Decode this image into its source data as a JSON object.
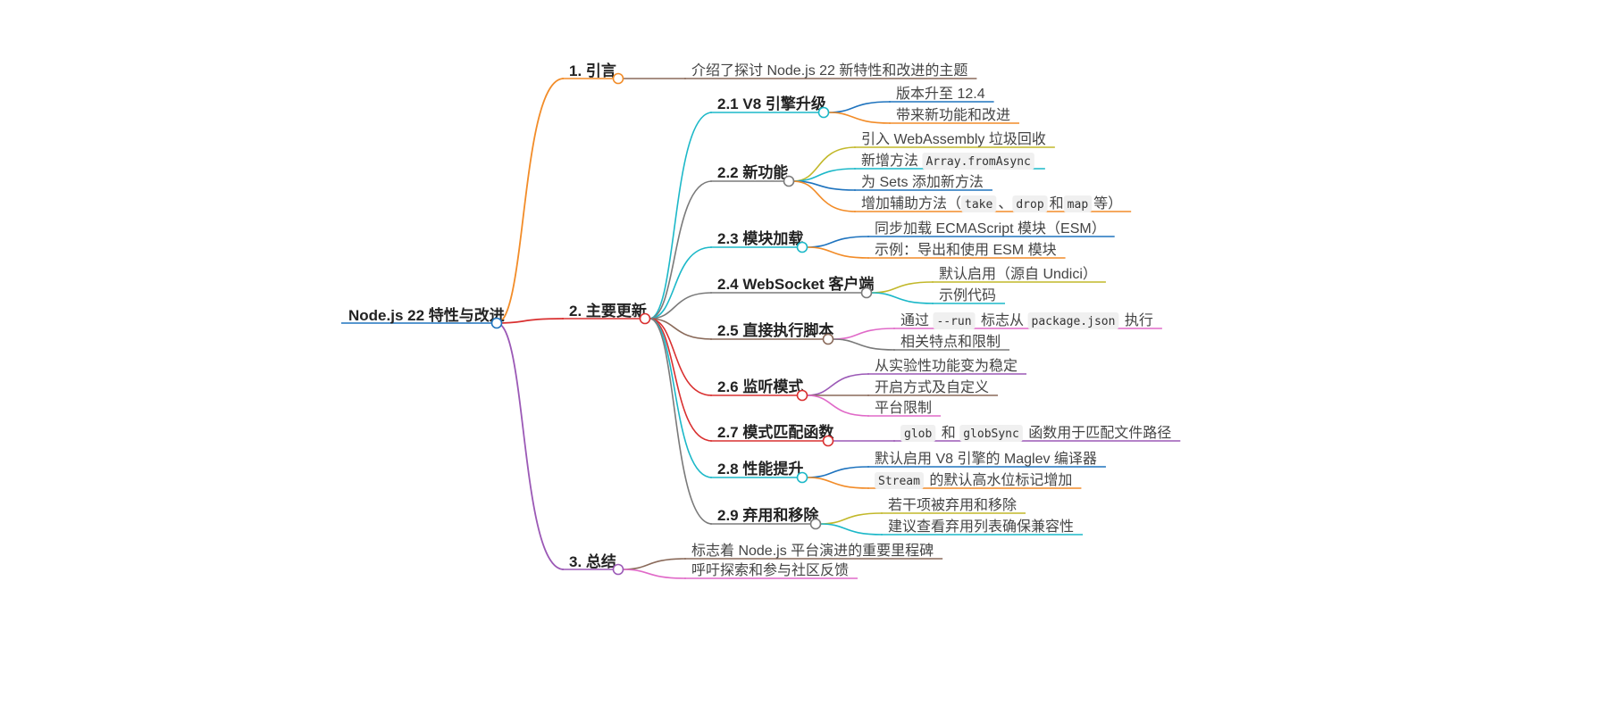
{
  "colors": {
    "orange": "#f28c28",
    "red": "#d93030",
    "purple": "#9b59b6",
    "blue": "#1e73be",
    "teal": "#1cb8c8",
    "gray": "#7a7a7a",
    "olive": "#c2b82a",
    "pink": "#e06ac8",
    "brown": "#8a6a5a"
  },
  "root": {
    "label": "Node.js 22 特性与改进"
  },
  "sections": [
    {
      "id": "intro",
      "label": "1. 引言",
      "color": "#f28c28",
      "leaves": [
        {
          "segments": [
            {
              "t": "介绍了探讨 Node.js 22 新特性和改进的主题"
            }
          ],
          "color": "#8a6a5a"
        }
      ]
    },
    {
      "id": "updates",
      "label": "2. 主要更新",
      "color": "#d93030",
      "children": [
        {
          "label": "2.1 V8 引擎升级",
          "color": "#1cb8c8",
          "leaves": [
            {
              "segments": [
                {
                  "t": "版本升至 12.4"
                }
              ],
              "color": "#1e73be"
            },
            {
              "segments": [
                {
                  "t": "带来新功能和改进"
                }
              ],
              "color": "#f28c28"
            }
          ]
        },
        {
          "label": "2.2 新功能",
          "color": "#7a7a7a",
          "leaves": [
            {
              "segments": [
                {
                  "t": "引入 WebAssembly 垃圾回收"
                }
              ],
              "color": "#c2b82a"
            },
            {
              "segments": [
                {
                  "t": "新增方法 "
                },
                {
                  "t": "Array.fromAsync",
                  "code": true
                }
              ],
              "color": "#1cb8c8"
            },
            {
              "segments": [
                {
                  "t": "为 Sets 添加新方法"
                }
              ],
              "color": "#1e73be"
            },
            {
              "segments": [
                {
                  "t": "增加辅助方法（"
                },
                {
                  "t": "take",
                  "code": true
                },
                {
                  "t": "、"
                },
                {
                  "t": "drop",
                  "code": true
                },
                {
                  "t": "和"
                },
                {
                  "t": "map",
                  "code": true
                },
                {
                  "t": "等）"
                }
              ],
              "color": "#f28c28"
            }
          ]
        },
        {
          "label": "2.3 模块加载",
          "color": "#1cb8c8",
          "leaves": [
            {
              "segments": [
                {
                  "t": "同步加载 ECMAScript 模块（ESM）"
                }
              ],
              "color": "#1e73be"
            },
            {
              "segments": [
                {
                  "t": "示例：导出和使用 ESM 模块"
                }
              ],
              "color": "#f28c28"
            }
          ]
        },
        {
          "label": "2.4 WebSocket 客户端",
          "color": "#7a7a7a",
          "leaves": [
            {
              "segments": [
                {
                  "t": "默认启用（源自 Undici）"
                }
              ],
              "color": "#c2b82a"
            },
            {
              "segments": [
                {
                  "t": "示例代码"
                }
              ],
              "color": "#1cb8c8"
            }
          ]
        },
        {
          "label": "2.5 直接执行脚本",
          "color": "#8a6a5a",
          "leaves": [
            {
              "segments": [
                {
                  "t": "通过 "
                },
                {
                  "t": "--run",
                  "code": true
                },
                {
                  "t": " 标志从 "
                },
                {
                  "t": "package.json",
                  "code": true
                },
                {
                  "t": " 执行"
                }
              ],
              "color": "#e06ac8"
            },
            {
              "segments": [
                {
                  "t": "相关特点和限制"
                }
              ],
              "color": "#7a7a7a"
            }
          ]
        },
        {
          "label": "2.6 监听模式",
          "color": "#d93030",
          "leaves": [
            {
              "segments": [
                {
                  "t": "从实验性功能变为稳定"
                }
              ],
              "color": "#9b59b6"
            },
            {
              "segments": [
                {
                  "t": "开启方式及自定义"
                }
              ],
              "color": "#8a6a5a"
            },
            {
              "segments": [
                {
                  "t": "平台限制"
                }
              ],
              "color": "#e06ac8"
            }
          ]
        },
        {
          "label": "2.7 模式匹配函数",
          "color": "#d93030",
          "leaves": [
            {
              "segments": [
                {
                  "t": "glob",
                  "code": true
                },
                {
                  "t": " 和 "
                },
                {
                  "t": "globSync",
                  "code": true
                },
                {
                  "t": " 函数用于匹配文件路径"
                }
              ],
              "color": "#9b59b6"
            }
          ]
        },
        {
          "label": "2.8 性能提升",
          "color": "#1cb8c8",
          "leaves": [
            {
              "segments": [
                {
                  "t": "默认启用 V8 引擎的 Maglev 编译器"
                }
              ],
              "color": "#1e73be"
            },
            {
              "segments": [
                {
                  "t": "Stream",
                  "code": true
                },
                {
                  "t": " 的默认高水位标记增加"
                }
              ],
              "color": "#f28c28"
            }
          ]
        },
        {
          "label": "2.9 弃用和移除",
          "color": "#7a7a7a",
          "leaves": [
            {
              "segments": [
                {
                  "t": "若干项被弃用和移除"
                }
              ],
              "color": "#c2b82a"
            },
            {
              "segments": [
                {
                  "t": "建议查看弃用列表确保兼容性"
                }
              ],
              "color": "#1cb8c8"
            }
          ]
        }
      ]
    },
    {
      "id": "summary",
      "label": "3. 总结",
      "color": "#9b59b6",
      "leaves": [
        {
          "segments": [
            {
              "t": "标志着 Node.js 平台演进的重要里程碑"
            }
          ],
          "color": "#8a6a5a"
        },
        {
          "segments": [
            {
              "t": "呼吁探索和参与社区反馈"
            }
          ],
          "color": "#e06ac8"
        }
      ]
    }
  ]
}
